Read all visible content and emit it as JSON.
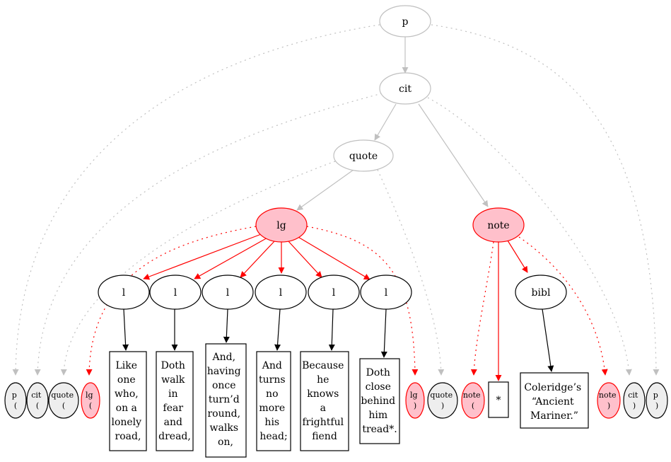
{
  "nodes": {
    "p_root": "p",
    "cit": "cit",
    "quote": "quote",
    "lg": "lg",
    "note": "note",
    "bibl": "bibl",
    "l1": "l",
    "l2": "l",
    "l3": "l",
    "l4": "l",
    "l5": "l",
    "l6": "l"
  },
  "texts": {
    "line1": [
      "Like",
      "one",
      "who,",
      "on a",
      "lonely",
      "road,"
    ],
    "line2": [
      "Doth",
      "walk",
      "in",
      "fear",
      "and",
      "dread,"
    ],
    "line3": [
      "And,",
      "having",
      "once",
      "turn’d",
      "round,",
      "walks",
      "on,"
    ],
    "line4": [
      "And",
      "turns",
      "no",
      "more",
      "his",
      "head;"
    ],
    "line5": [
      "Because",
      "he",
      "knows",
      "a",
      "frightful",
      "fiend"
    ],
    "line6": [
      "Doth",
      "close",
      "behind",
      "him",
      "tread*."
    ],
    "asterisk": [
      "*"
    ],
    "bibl_text": [
      "Coleridge’s",
      "“Ancient",
      "Mariner.”"
    ]
  },
  "markers": {
    "p_open": [
      "p",
      "("
    ],
    "cit_open": [
      "cit",
      "("
    ],
    "quote_open": [
      "quote",
      "("
    ],
    "lg_open": [
      "lg",
      "("
    ],
    "lg_close": [
      "lg",
      ")"
    ],
    "quote_close": [
      "quote",
      ")"
    ],
    "note_open": [
      "note",
      "("
    ],
    "note_close": [
      "note",
      ")"
    ],
    "cit_close": [
      "cit",
      ")"
    ],
    "p_close": [
      "p",
      ")"
    ]
  },
  "colors": {
    "gray_edge": "#c0c0c0",
    "red_edge": "#ff0000",
    "black_edge": "#000000",
    "pink_fill": "#ffc0cb",
    "gray_fill": "#eeeeee",
    "light_node_stroke": "#c0c0c0"
  }
}
